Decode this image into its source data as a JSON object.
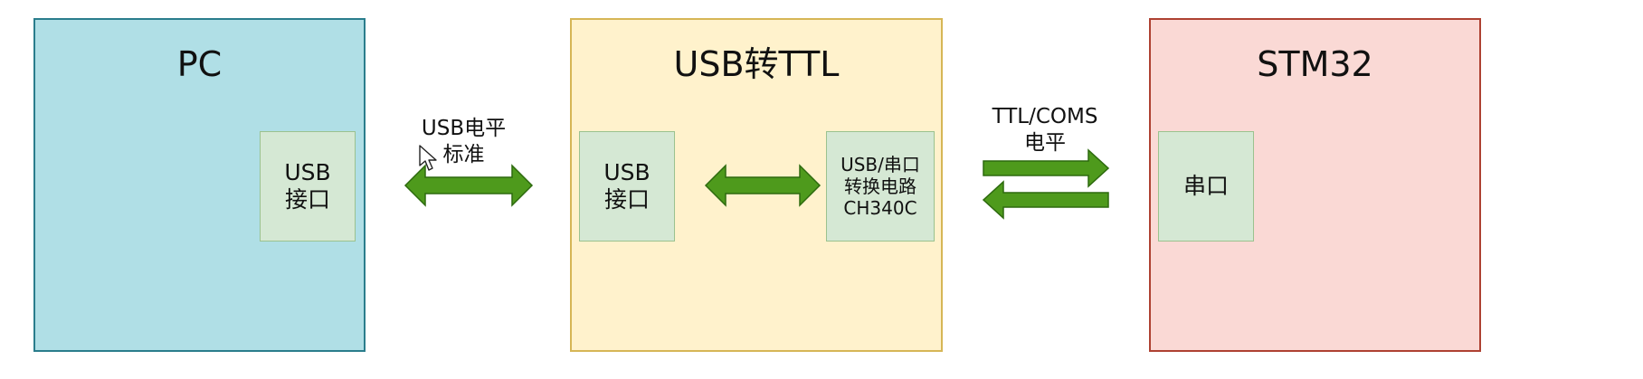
{
  "colors": {
    "pc_fill": "#b0dfe6",
    "pc_stroke": "#2a7d8c",
    "usb_fill": "#fff2cc",
    "usb_stroke": "#d6b656",
    "stm_fill": "#fad9d5",
    "stm_stroke": "#ae4132",
    "sub_fill": "#d5e8d4",
    "arrow_fill": "#4e9a1c",
    "arrow_stroke": "#2d6a0e"
  },
  "blocks": {
    "pc": {
      "title": "PC",
      "port": [
        "USB",
        "接口"
      ]
    },
    "usb_ttl": {
      "title": "USB转TTL",
      "port": [
        "USB",
        "接口"
      ],
      "chip": [
        "USB/串口",
        "转换电路",
        "CH340C"
      ]
    },
    "stm32": {
      "title": "STM32",
      "port": [
        "串口"
      ]
    }
  },
  "links": {
    "pc_usb": [
      "USB电平",
      "标准"
    ],
    "usb_stm": [
      "TTL/COMS",
      "电平"
    ]
  },
  "icons": {
    "double_arrow": "double-arrow-icon",
    "right_arrow": "right-arrow-icon",
    "left_arrow": "left-arrow-icon",
    "cursor": "mouse-cursor-icon"
  }
}
